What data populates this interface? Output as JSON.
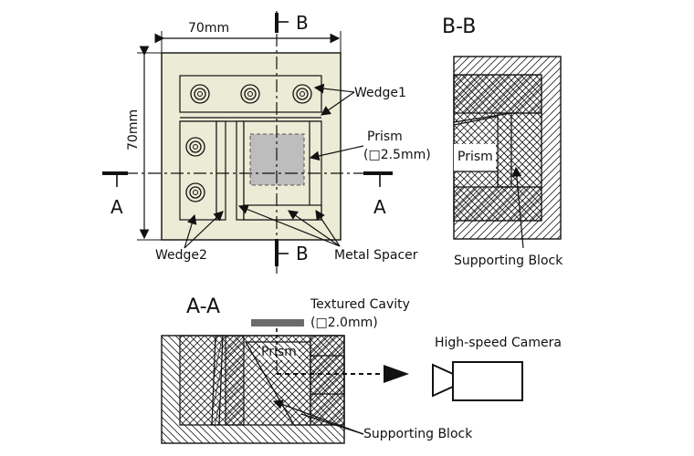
{
  "colors": {
    "fill": "#ecebd6",
    "prism": "#bdbdbd",
    "cavity": "#6b6b6b",
    "line": "#111111",
    "white": "#ffffff"
  },
  "top_view": {
    "width_dim": "70mm",
    "height_dim": "70mm",
    "section_b": "B",
    "section_a": "A",
    "wedge1_label": "Wedge1",
    "wedge2_label": "Wedge2",
    "prism_label": "Prism",
    "prism_size": "(□2.5mm)",
    "metal_spacer_label": "Metal Spacer"
  },
  "section_bb": {
    "title": "B-B",
    "prism_label": "Prism",
    "supporting_block_label": "Supporting Block"
  },
  "section_aa": {
    "title": "A-A",
    "textured_cavity_label": "Textured Cavity",
    "cavity_size": "(□2.0mm)",
    "prism_label": "Prism",
    "supporting_block_label": "Supporting Block",
    "camera_label": "High-speed Camera"
  }
}
